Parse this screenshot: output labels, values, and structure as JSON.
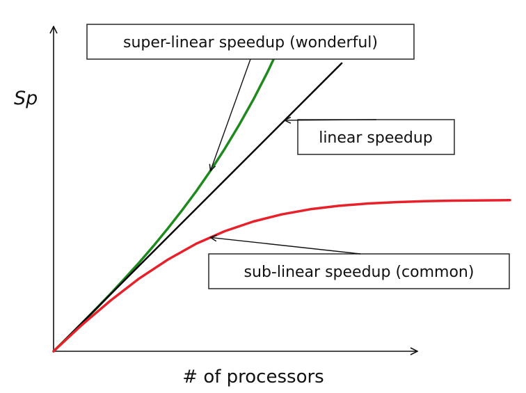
{
  "chart_data": {
    "type": "line",
    "xlabel": "# of processors",
    "ylabel": "Sp",
    "grid": false,
    "series": [
      {
        "key": "super_linear",
        "color": "#1e8a1e",
        "x": [
          0,
          0.5,
          1,
          1.5,
          2,
          2.5,
          3,
          3.5,
          4,
          4.5,
          5,
          5.5,
          6,
          6.5,
          7,
          7.5,
          8
        ],
        "values": [
          0,
          0.49,
          0.99,
          1.5,
          2.02,
          2.56,
          3.11,
          3.69,
          4.3,
          4.94,
          5.61,
          6.33,
          7.1,
          7.93,
          8.82,
          9.79,
          10.85
        ]
      },
      {
        "key": "linear",
        "color": "#000000",
        "x": [
          0,
          10.1
        ],
        "values": [
          0,
          10.1
        ]
      },
      {
        "key": "sub_linear",
        "color": "#e8202a",
        "x": [
          0,
          1,
          2,
          3,
          4,
          5,
          6,
          7,
          8,
          9,
          10,
          11,
          12,
          13,
          14,
          15,
          16
        ],
        "values": [
          0,
          0.93,
          1.78,
          2.55,
          3.21,
          3.77,
          4.21,
          4.55,
          4.8,
          4.98,
          5.1,
          5.18,
          5.23,
          5.26,
          5.28,
          5.29,
          5.3
        ]
      }
    ],
    "annotations": [
      {
        "key": "super",
        "text": "super-linear speedup (wonderful)",
        "target_series": "super_linear",
        "target_x": 5.5
      },
      {
        "key": "linear",
        "text": "linear speedup",
        "target_series": "linear",
        "target_x": 8.1
      },
      {
        "key": "sub",
        "text": "sub-linear speedup (common)",
        "target_series": "sub_linear",
        "target_x": 5.5
      }
    ]
  }
}
